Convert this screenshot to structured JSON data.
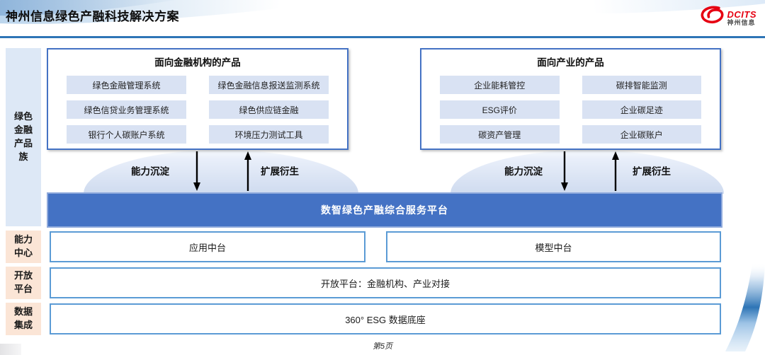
{
  "header": {
    "title": "神州信息绿色产融科技解决方案",
    "logo": {
      "brand": "DCITS",
      "company": "神州信息"
    }
  },
  "sidebar": {
    "product_family": [
      "绿色",
      "金融",
      "产品",
      "族"
    ],
    "capability": [
      "能力",
      "中心"
    ],
    "open_platform": [
      "开放",
      "平台"
    ],
    "data_integration": [
      "数据",
      "集成"
    ]
  },
  "financial_box": {
    "title": "面向金融机构的产品",
    "items": [
      "绿色金融管理系统",
      "绿色金融信息报送监测系统",
      "绿色信贷业务管理系统",
      "绿色供应链金融",
      "银行个人碳账户系统",
      "环境压力测试工具"
    ]
  },
  "industry_box": {
    "title": "面向产业的产品",
    "items": [
      "企业能耗管控",
      "碳排智能监测",
      "ESG评价",
      "企业碳足迹",
      "碳资产管理",
      "企业碳账户"
    ]
  },
  "arrows": {
    "down_label": "能力沉淀",
    "up_label": "扩展衍生"
  },
  "platform_banner": "数智绿色产融综合服务平台",
  "capability_row": {
    "items": [
      "应用中台",
      "模型中台"
    ]
  },
  "open_platform_row": {
    "text": "开放平台：金融机构、产业对接"
  },
  "data_row": {
    "text": "360° ESG 数据底座"
  },
  "footer": {
    "page": "第5页"
  },
  "colors": {
    "banner_blue": "#4472c4",
    "box_border_blue": "#4472c4",
    "row_border_blue": "#5b9bd5",
    "chip_bg": "#d9e2f3",
    "sidebar_blue_bg": "#dde8f6",
    "sidebar_orange_bg": "#fbe5d6",
    "header_line_blue": "#2e75b6",
    "logo_red": "#e60012",
    "dome_blue": "#cfdbef"
  }
}
